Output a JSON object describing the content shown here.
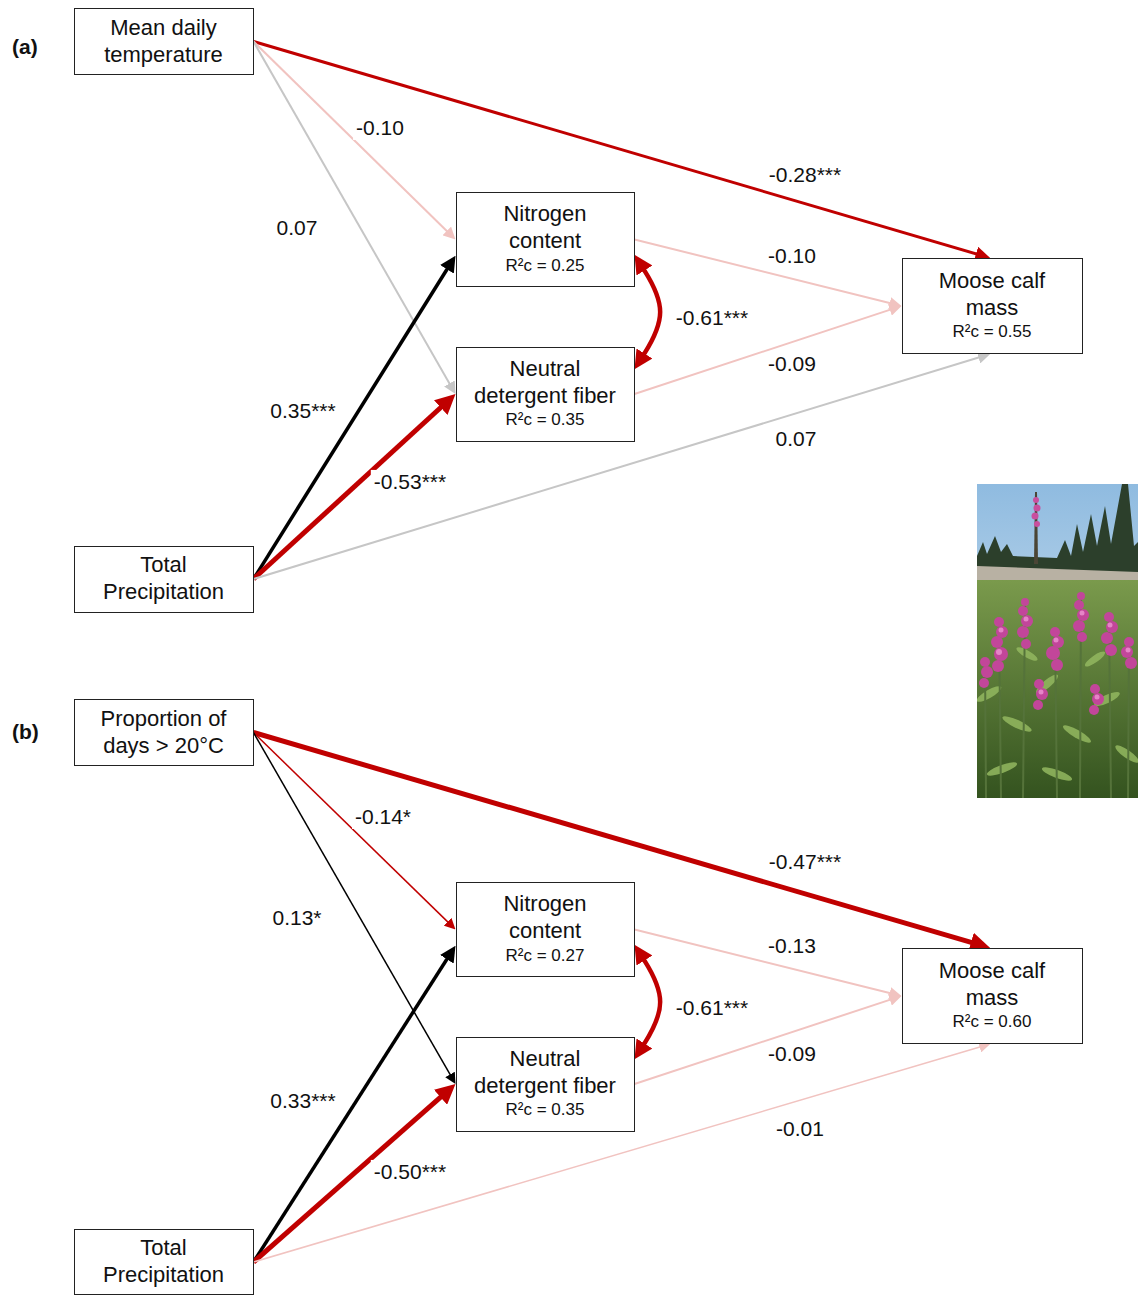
{
  "diagram": {
    "nodes": [
      {
        "text": [
          "Mean daily temperature"
        ]
      },
      {
        "text": [
          "Nitrogen content",
          "R²c = 0.25"
        ]
      },
      {
        "text": [
          "Neutral detergent fiber",
          "R²c = 0.35"
        ]
      },
      {
        "text": [
          "Moose calf mass",
          "R²c = 0.55"
        ]
      },
      {
        "text": [
          "Total Precipitation"
        ]
      },
      {
        "text": [
          "Proportion of days > 20°C"
        ]
      },
      {
        "text": [
          "Nitrogen content",
          "R²c = 0.27"
        ]
      },
      {
        "text": [
          "Neutral detergent fiber",
          "R²c = 0.35"
        ]
      },
      {
        "text": [
          "Moose calf mass",
          "R²c = 0.60"
        ]
      },
      {
        "text": [
          "Total Precipitation"
        ]
      }
    ],
    "edges": [
      {
        "from": 0,
        "to": 3,
        "label": "-0.28***",
        "arrow": "to"
      },
      {
        "from": 0,
        "to": 1,
        "label": "-0.10",
        "arrow": "to"
      },
      {
        "from": 0,
        "to": 2,
        "label": "0.07",
        "arrow": "to"
      },
      {
        "from": 1,
        "to": 3,
        "label": "-0.10",
        "arrow": "to"
      },
      {
        "from": 1,
        "to": 2,
        "label": "-0.61***",
        "arrow": "both"
      },
      {
        "from": 2,
        "to": 3,
        "label": "-0.09",
        "arrow": "to"
      },
      {
        "from": 4,
        "to": 1,
        "label": "0.35***",
        "arrow": "to"
      },
      {
        "from": 4,
        "to": 2,
        "label": "-0.53***",
        "arrow": "to"
      },
      {
        "from": 4,
        "to": 3,
        "label": "0.07",
        "arrow": "to"
      },
      {
        "from": 5,
        "to": 8,
        "label": "-0.47***",
        "arrow": "to"
      },
      {
        "from": 5,
        "to": 6,
        "label": "-0.14*",
        "arrow": "to"
      },
      {
        "from": 5,
        "to": 7,
        "label": "0.13*",
        "arrow": "to"
      },
      {
        "from": 6,
        "to": 8,
        "label": "-0.13",
        "arrow": "to"
      },
      {
        "from": 6,
        "to": 7,
        "label": "-0.61***",
        "arrow": "both"
      },
      {
        "from": 7,
        "to": 8,
        "label": "-0.09",
        "arrow": "to"
      },
      {
        "from": 9,
        "to": 6,
        "label": "0.33***",
        "arrow": "to"
      },
      {
        "from": 9,
        "to": 7,
        "label": "-0.50***",
        "arrow": "to"
      },
      {
        "from": 9,
        "to": 8,
        "label": "-0.01",
        "arrow": "to"
      }
    ],
    "labels": [
      "(a)",
      "(b)"
    ]
  }
}
